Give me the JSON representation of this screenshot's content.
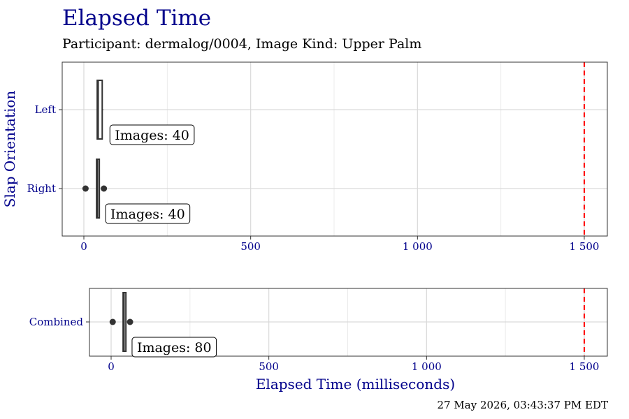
{
  "header": {
    "title": "Elapsed Time",
    "subtitle": "Participant: dermalog/0004, Image Kind: Upper Palm",
    "timestamp": "27 May 2026, 03:43:37 PM EDT"
  },
  "colors": {
    "title": "#00008b",
    "axis_text": "#00008b",
    "box": "#333333",
    "threshold": "#ff0000",
    "grid": "#d9d9d9"
  },
  "chart_data": [
    {
      "type": "boxplot",
      "orientation": "horizontal",
      "ylabel": "Slap Orientation",
      "xlabel": "",
      "xlim": [
        -130,
        1570
      ],
      "xticks": [
        0,
        500,
        1000,
        1500
      ],
      "xtick_labels": [
        "0",
        "500",
        "1 000",
        "1 500"
      ],
      "threshold": 1500,
      "grid": true,
      "categories": [
        "Left",
        "Right"
      ],
      "boxes": [
        {
          "category": "Left",
          "min": 40,
          "q1": 40,
          "median": 42,
          "q3": 55,
          "max": 58,
          "outliers": [],
          "label": "Images: 40"
        },
        {
          "category": "Right",
          "min": 38,
          "q1": 38,
          "median": 40,
          "q3": 42,
          "max": 42,
          "outliers": [
            5,
            60
          ],
          "label": "Images: 40"
        }
      ]
    },
    {
      "type": "boxplot",
      "orientation": "horizontal",
      "ylabel": "",
      "xlabel": "Elapsed Time (milliseconds)",
      "xlim": [
        -130,
        1570
      ],
      "xticks": [
        0,
        500,
        1000,
        1500
      ],
      "xtick_labels": [
        "0",
        "500",
        "1 000",
        "1 500"
      ],
      "threshold": 1500,
      "grid": true,
      "categories": [
        "Combined"
      ],
      "boxes": [
        {
          "category": "Combined",
          "min": 38,
          "q1": 38,
          "median": 40,
          "q3": 42,
          "max": 42,
          "outliers": [
            5,
            60
          ],
          "label": "Images: 80"
        }
      ]
    }
  ]
}
